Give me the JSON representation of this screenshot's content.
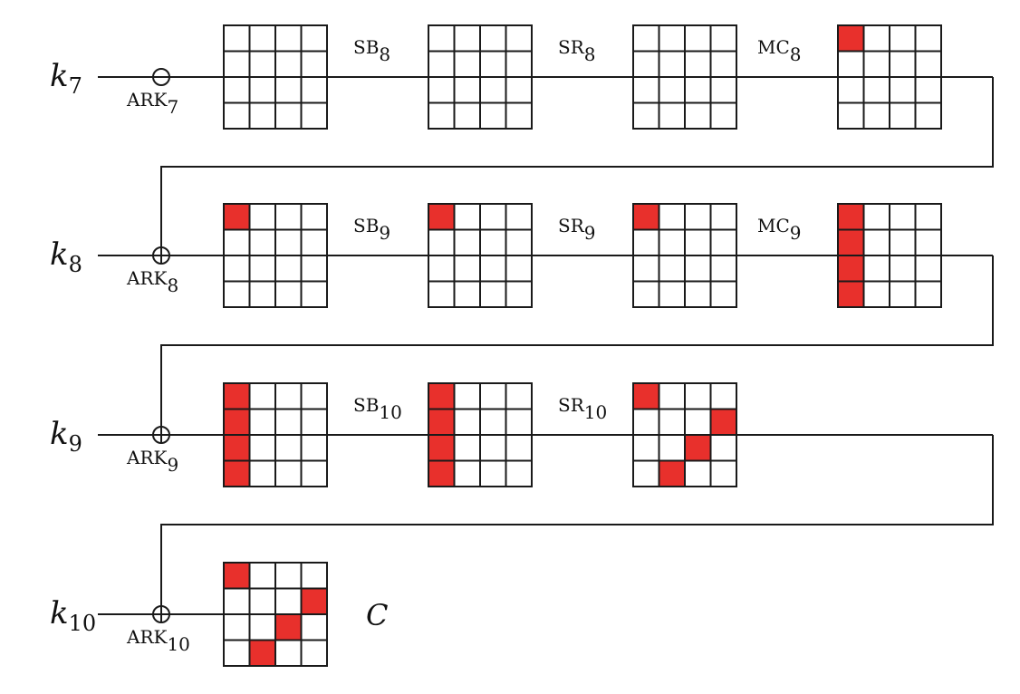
{
  "colors": {
    "active": "#e8302c",
    "inactive": "#ffffff",
    "line": "#1a1a1a"
  },
  "rounds": [
    {
      "key": {
        "base": "k",
        "sub": "7"
      },
      "ark": {
        "base": "ARK",
        "sub": "7",
        "xor": false
      },
      "states": [
        {
          "cells": [
            [
              0,
              0,
              0,
              0
            ],
            [
              0,
              0,
              0,
              0
            ],
            [
              0,
              0,
              0,
              0
            ],
            [
              0,
              0,
              0,
              0
            ]
          ],
          "op": {
            "base": "SB",
            "sub": "8"
          }
        },
        {
          "cells": [
            [
              0,
              0,
              0,
              0
            ],
            [
              0,
              0,
              0,
              0
            ],
            [
              0,
              0,
              0,
              0
            ],
            [
              0,
              0,
              0,
              0
            ]
          ],
          "op": {
            "base": "SR",
            "sub": "8"
          }
        },
        {
          "cells": [
            [
              0,
              0,
              0,
              0
            ],
            [
              0,
              0,
              0,
              0
            ],
            [
              0,
              0,
              0,
              0
            ],
            [
              0,
              0,
              0,
              0
            ]
          ],
          "op": {
            "base": "MC",
            "sub": "8"
          }
        },
        {
          "cells": [
            [
              1,
              0,
              0,
              0
            ],
            [
              0,
              0,
              0,
              0
            ],
            [
              0,
              0,
              0,
              0
            ],
            [
              0,
              0,
              0,
              0
            ]
          ]
        }
      ]
    },
    {
      "key": {
        "base": "k",
        "sub": "8"
      },
      "ark": {
        "base": "ARK",
        "sub": "8",
        "xor": true
      },
      "states": [
        {
          "cells": [
            [
              1,
              0,
              0,
              0
            ],
            [
              0,
              0,
              0,
              0
            ],
            [
              0,
              0,
              0,
              0
            ],
            [
              0,
              0,
              0,
              0
            ]
          ],
          "op": {
            "base": "SB",
            "sub": "9"
          }
        },
        {
          "cells": [
            [
              1,
              0,
              0,
              0
            ],
            [
              0,
              0,
              0,
              0
            ],
            [
              0,
              0,
              0,
              0
            ],
            [
              0,
              0,
              0,
              0
            ]
          ],
          "op": {
            "base": "SR",
            "sub": "9"
          }
        },
        {
          "cells": [
            [
              1,
              0,
              0,
              0
            ],
            [
              0,
              0,
              0,
              0
            ],
            [
              0,
              0,
              0,
              0
            ],
            [
              0,
              0,
              0,
              0
            ]
          ],
          "op": {
            "base": "MC",
            "sub": "9"
          }
        },
        {
          "cells": [
            [
              1,
              0,
              0,
              0
            ],
            [
              1,
              0,
              0,
              0
            ],
            [
              1,
              0,
              0,
              0
            ],
            [
              1,
              0,
              0,
              0
            ]
          ]
        }
      ]
    },
    {
      "key": {
        "base": "k",
        "sub": "9"
      },
      "ark": {
        "base": "ARK",
        "sub": "9",
        "xor": true
      },
      "states": [
        {
          "cells": [
            [
              1,
              0,
              0,
              0
            ],
            [
              1,
              0,
              0,
              0
            ],
            [
              1,
              0,
              0,
              0
            ],
            [
              1,
              0,
              0,
              0
            ]
          ],
          "op": {
            "base": "SB",
            "sub": "10"
          }
        },
        {
          "cells": [
            [
              1,
              0,
              0,
              0
            ],
            [
              1,
              0,
              0,
              0
            ],
            [
              1,
              0,
              0,
              0
            ],
            [
              1,
              0,
              0,
              0
            ]
          ],
          "op": {
            "base": "SR",
            "sub": "10"
          }
        },
        {
          "cells": [
            [
              1,
              0,
              0,
              0
            ],
            [
              0,
              0,
              0,
              1
            ],
            [
              0,
              0,
              1,
              0
            ],
            [
              0,
              1,
              0,
              0
            ]
          ]
        }
      ]
    },
    {
      "key": {
        "base": "k",
        "sub": "10"
      },
      "ark": {
        "base": "ARK",
        "sub": "10",
        "xor": true
      },
      "states": [
        {
          "cells": [
            [
              1,
              0,
              0,
              0
            ],
            [
              0,
              0,
              0,
              1
            ],
            [
              0,
              0,
              1,
              0
            ],
            [
              0,
              1,
              0,
              0
            ]
          ]
        }
      ],
      "output": "C"
    }
  ]
}
